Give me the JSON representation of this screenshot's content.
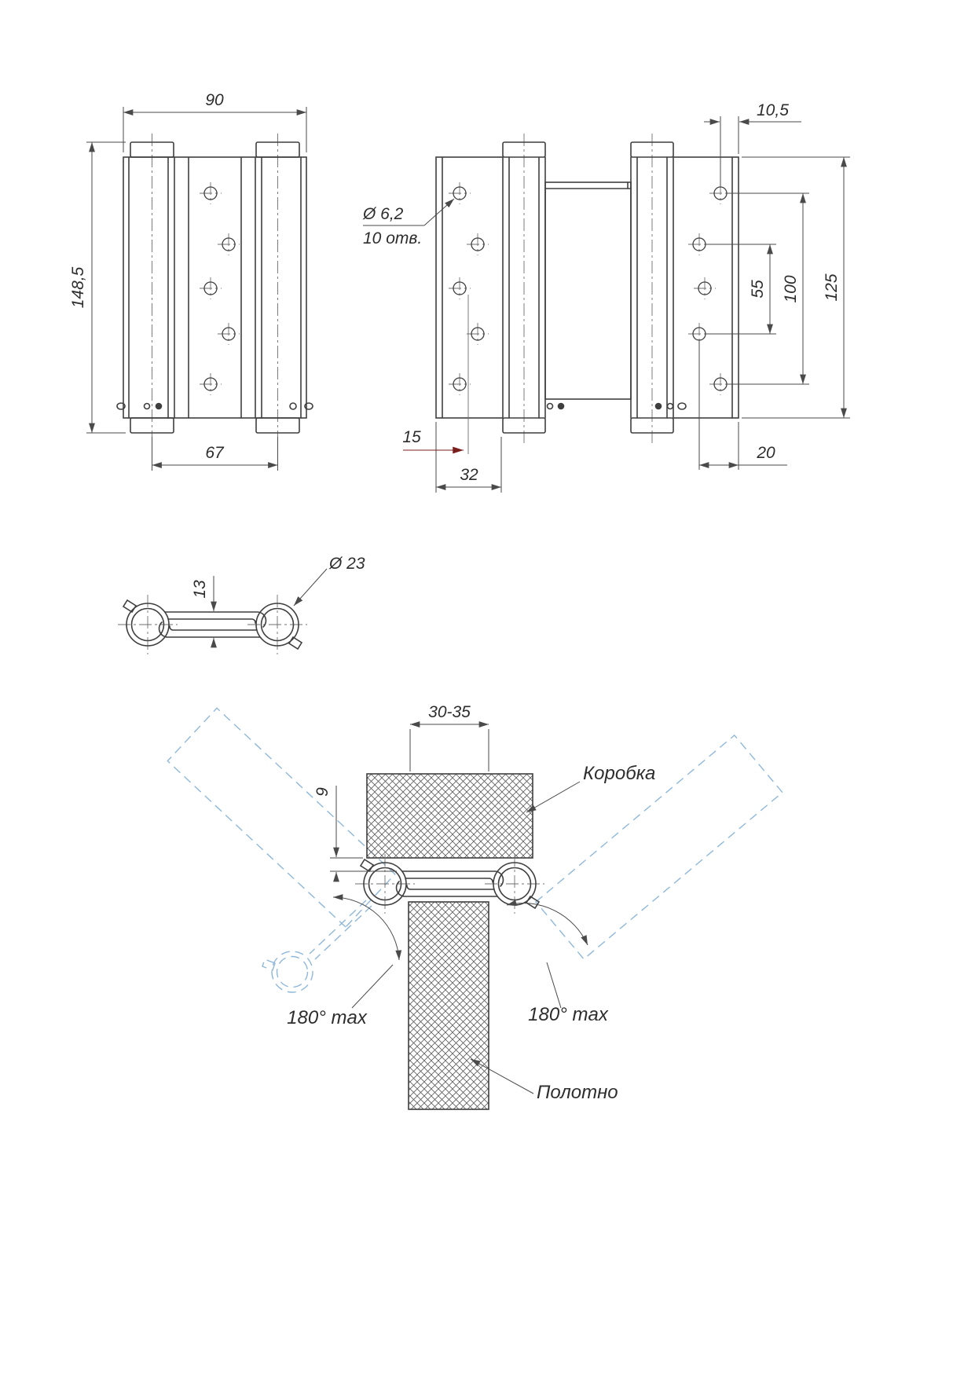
{
  "colors": {
    "background": "#ffffff",
    "object_line": "#3f3f3f",
    "dimension_line": "#4a4a4a",
    "centerline": "#6f6f6f",
    "door_swing_dashed": "#8fb8da",
    "datum_arrow_red": "#7a1d1d"
  },
  "front_view": {
    "width": "90",
    "height": "148,5",
    "barrel_spacing": "67"
  },
  "side_view": {
    "edge_offset_top": "10,5",
    "hole_diameter": "Ø 6,2",
    "hole_count": "10 отв.",
    "hole_span_inner": "55",
    "hole_span_outer": "100",
    "plate_height": "125",
    "leaf_hole_offset_1": "15",
    "leaf_hole_offset_2": "32",
    "edge_offset_bottom": "20"
  },
  "section_view": {
    "plate_offset": "13",
    "barrel_diameter": "Ø 23"
  },
  "installation_view": {
    "frame_gap": "30-35",
    "hinge_inset": "9",
    "frame_label": "Коробка",
    "leaf_label": "Полотно",
    "swing_left": "180° max",
    "swing_right": "180° max"
  }
}
